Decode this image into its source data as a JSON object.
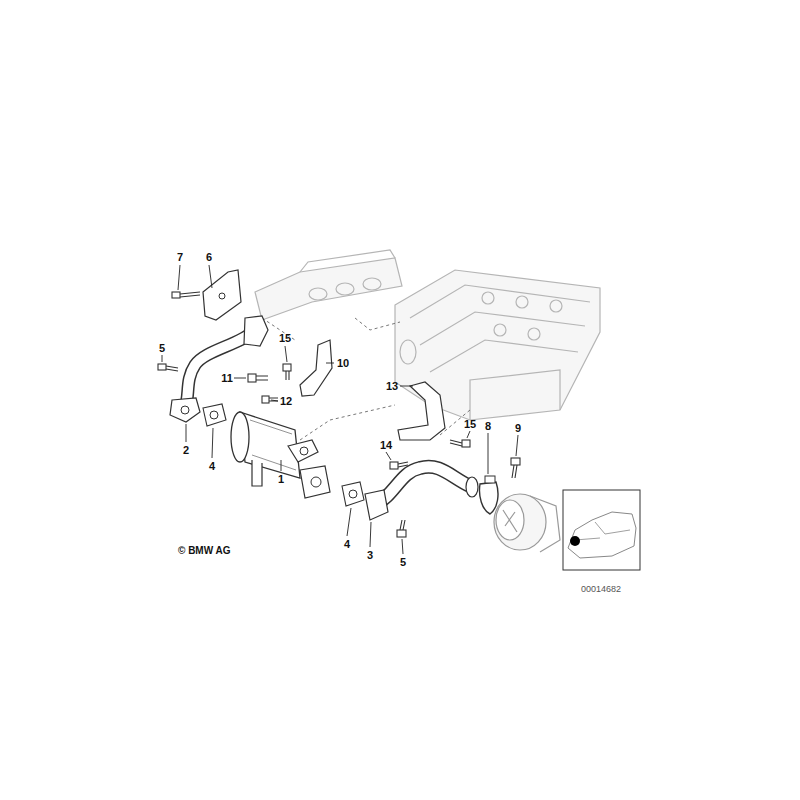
{
  "diagram": {
    "labels": [
      "7",
      "6",
      "5",
      "15",
      "10",
      "11",
      "12",
      "13",
      "15",
      "8",
      "9",
      "14",
      "2",
      "4",
      "1",
      "4",
      "3",
      "5",
      "© BMW AG",
      "00014682"
    ]
  }
}
